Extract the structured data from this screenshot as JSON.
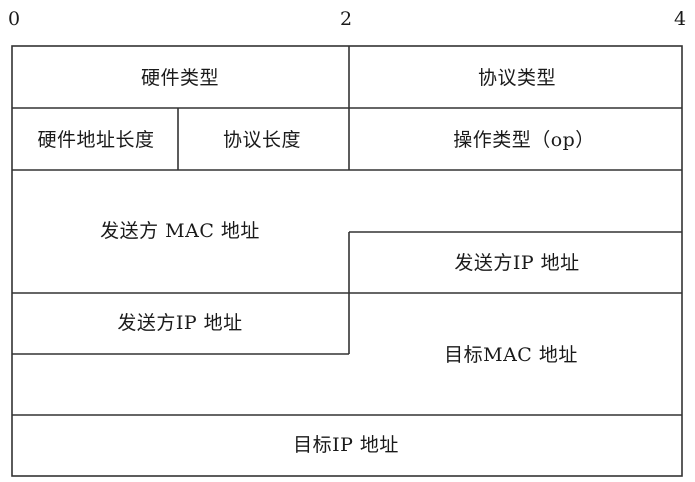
{
  "byte_ticks": [
    "0",
    "2",
    "4"
  ],
  "fields": {
    "hardware_type": "硬件类型",
    "protocol_type": "协议类型",
    "hardware_addr_len": "硬件地址长度",
    "protocol_len": "协议长度",
    "op_type": "操作类型（op）",
    "sender_mac": "发送方 MAC 地址",
    "sender_ip_part1": "发送方IP 地址",
    "sender_ip_part2": "发送方IP 地址",
    "target_mac": "目标MAC 地址",
    "target_ip": "目标IP 地址"
  },
  "colors": {
    "line": "#333333",
    "text": "#1a1a1a",
    "background": "#ffffff"
  }
}
